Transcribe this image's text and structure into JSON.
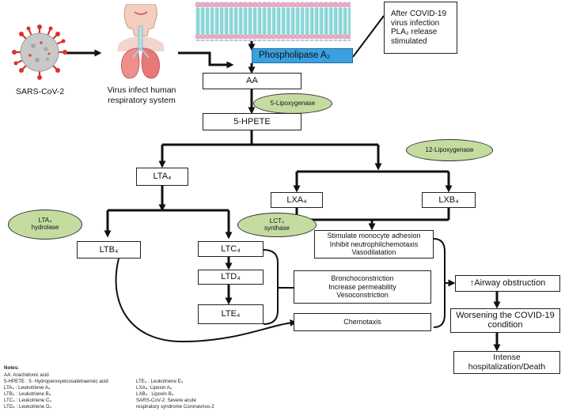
{
  "source": {
    "virus_label": "SARS-CoV-2",
    "respiratory_caption": "Virus infect human\nrespiratory system"
  },
  "membrane_note": "After COVID-19\nvirus infection\nPLA₂ release\nstimulated",
  "enzymes": {
    "phospholipase": "Phospholipase A₂",
    "lipoxygenase_5": "5-Lipoxygenase",
    "lipoxygenase_12": "12-Lipoxygenase",
    "lta4_hydrolase": [
      "LTA₄",
      "hydrolase"
    ],
    "lct4_synthase": [
      "LCT₄",
      "synthase"
    ]
  },
  "nodes": {
    "aa": "AA",
    "hpete": "5-HPETE",
    "lta4": "LTA₄",
    "lxa4": "LXA₄",
    "lxb4": "LXB₄",
    "ltb4": "LTB₄",
    "ltc4": "LTC₄",
    "ltd4": "LTD₄",
    "lte4": "LTE₄"
  },
  "effects": {
    "lipoxin": "Stimulate monocyte adhesion\nInhibit neutrophilchemotaxis\nVasodilatation",
    "vascular": "Bronchoconstriction\nIncrease permeability\nVesoconstriction",
    "chemotaxis": "Chemotaxis"
  },
  "outcomes": {
    "airway": "↑Airway obstruction",
    "worsening": "Worsening the COVID-19\ncondition",
    "death": "Intense\nhospitalization/Death"
  },
  "notes": {
    "title": "Notes:",
    "col1": [
      "AA: Arachidonic acid",
      "5-HPETE : 5- Hydroperoxyeicosatetraenoic acid",
      "LTA₄ : Leukotriene A₄",
      "LTB₄ : Leukotriene B₄",
      "LTC₄ : Leukotriene C₄",
      "LTD₄ : Leukotriene D₄"
    ],
    "col2": [
      "LTE₄ : Leukotriene E₄",
      "LXA₄: Lipoxin A₄",
      "LXB₄ : Lipoxin B₄",
      "SARS-CoV-2: Severe acute",
      "respiratory syndrome Coronavirus-2"
    ]
  },
  "colors": {
    "enzyme_oval": "#c5dca0",
    "phospholipase_box": "#3aa0e0",
    "membrane_head": "#f3a9c9",
    "membrane_tail": "#5ccfc4",
    "virus_body": "#c9c9c9",
    "virus_spike": "#d8322c"
  }
}
